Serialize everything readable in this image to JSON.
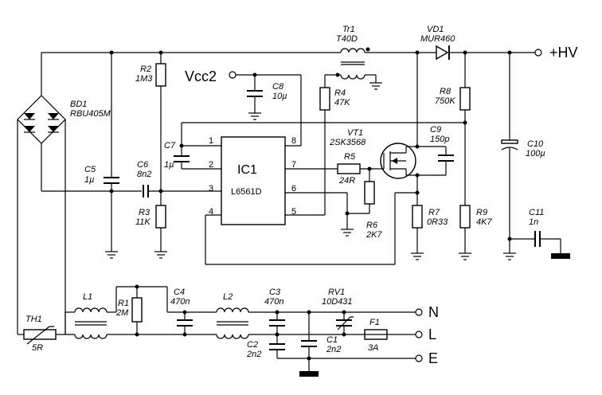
{
  "terminals": {
    "hv": "+HV",
    "vcc2": "Vcc2",
    "n": "N",
    "l": "L",
    "e": "E"
  },
  "ic": {
    "name": "IC1",
    "part": "L6561D",
    "pins": [
      "1",
      "2",
      "3",
      "4",
      "5",
      "6",
      "7",
      "8"
    ]
  },
  "components": {
    "bd1": {
      "ref": "BD1",
      "value": "RBU405M"
    },
    "tr1": {
      "ref": "Tr1",
      "value": "T40D"
    },
    "vd1": {
      "ref": "VD1",
      "value": "MUR460"
    },
    "vt1": {
      "ref": "VT1",
      "value": "2SK3568"
    },
    "r1": {
      "ref": "R1",
      "value": "2M"
    },
    "r2": {
      "ref": "R2",
      "value": "1M3"
    },
    "r3": {
      "ref": "R3",
      "value": "11K"
    },
    "r4": {
      "ref": "R4",
      "value": "47K"
    },
    "r5": {
      "ref": "R5",
      "value": "24R"
    },
    "r6": {
      "ref": "R6",
      "value": "2K7"
    },
    "r7": {
      "ref": "R7",
      "value": "0R33"
    },
    "r8": {
      "ref": "R8",
      "value": "750K"
    },
    "r9": {
      "ref": "R9",
      "value": "4K7"
    },
    "c1": {
      "ref": "C1",
      "value": "2n2"
    },
    "c2": {
      "ref": "C2",
      "value": "2n2"
    },
    "c3": {
      "ref": "C3",
      "value": "470n"
    },
    "c4": {
      "ref": "C4",
      "value": "470n"
    },
    "c5": {
      "ref": "C5",
      "value": "1µ"
    },
    "c6": {
      "ref": "C6",
      "value": "8n2"
    },
    "c7": {
      "ref": "C7",
      "value": "1µ"
    },
    "c8": {
      "ref": "C8",
      "value": "10µ"
    },
    "c9": {
      "ref": "C9",
      "value": "150p"
    },
    "c10": {
      "ref": "C10",
      "value": "100µ"
    },
    "c11": {
      "ref": "C11",
      "value": "1n"
    },
    "l1": {
      "ref": "L1"
    },
    "l2": {
      "ref": "L2"
    },
    "th1": {
      "ref": "TH1",
      "value": "5R"
    },
    "rv1": {
      "ref": "RV1",
      "value": "10D431"
    },
    "f1": {
      "ref": "F1",
      "value": "3A"
    }
  }
}
